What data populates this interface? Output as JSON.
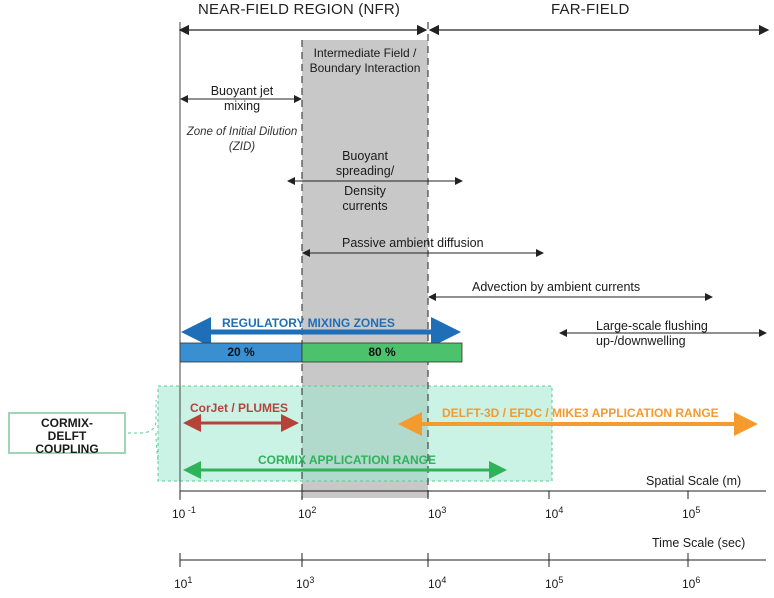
{
  "regions": {
    "near_field": "NEAR-FIELD REGION (NFR)",
    "far_field": "FAR-FIELD"
  },
  "zones": {
    "intermediate": [
      "Intermediate Field /",
      "Boundary Interaction"
    ],
    "buoyant_jet": [
      "Buoyant jet",
      "mixing"
    ],
    "zid": [
      "Zone of Initial Dilution",
      "(ZID)"
    ]
  },
  "processes": {
    "buoyant_spreading": [
      "Buoyant",
      "spreading/",
      "Density",
      "currents"
    ],
    "passive_diffusion": "Passive ambient diffusion",
    "advection": "Advection by ambient currents",
    "large_scale": [
      "Large-scale flushing",
      "up-/downwelling"
    ]
  },
  "regulatory": {
    "label": "REGULATORY MIXING ZONES",
    "bar_left": "20 %",
    "bar_right": "80 %"
  },
  "models": {
    "corjet": "CorJet / PLUMES",
    "delft": "DELFT-3D / EFDC / MIKE3 APPLICATION RANGE",
    "cormix": "CORMIX APPLICATION RANGE",
    "coupling": [
      "CORMIX-",
      "DELFT",
      "COUPLING"
    ]
  },
  "axes": {
    "spatial": {
      "title": "Spatial Scale (m)",
      "ticks": [
        {
          "base": "10",
          "exp": " -1",
          "value": 0.1
        },
        {
          "base": "10",
          "exp": "2",
          "value": 100
        },
        {
          "base": "10",
          "exp": "3",
          "value": 1000
        },
        {
          "base": "10",
          "exp": "4",
          "value": 10000
        },
        {
          "base": "10",
          "exp": "5",
          "value": 100000
        }
      ]
    },
    "time": {
      "title": "Time Scale (sec)",
      "ticks": [
        {
          "base": "10",
          "exp": "1",
          "value": 10
        },
        {
          "base": "10",
          "exp": "3",
          "value": 1000
        },
        {
          "base": "10",
          "exp": "4",
          "value": 10000
        },
        {
          "base": "10",
          "exp": "5",
          "value": 100000
        },
        {
          "base": "10",
          "exp": "6",
          "value": 1000000
        }
      ]
    }
  },
  "colors": {
    "blue": "#1e6fb8",
    "bar_blue": "#3a8fd0",
    "bar_green": "#4cc26c",
    "red": "#b5433a",
    "green": "#2fb35a",
    "orange": "#f59a2c",
    "grey_band": "#c8c8c8",
    "cormix_box": "#9fe7cf"
  }
}
